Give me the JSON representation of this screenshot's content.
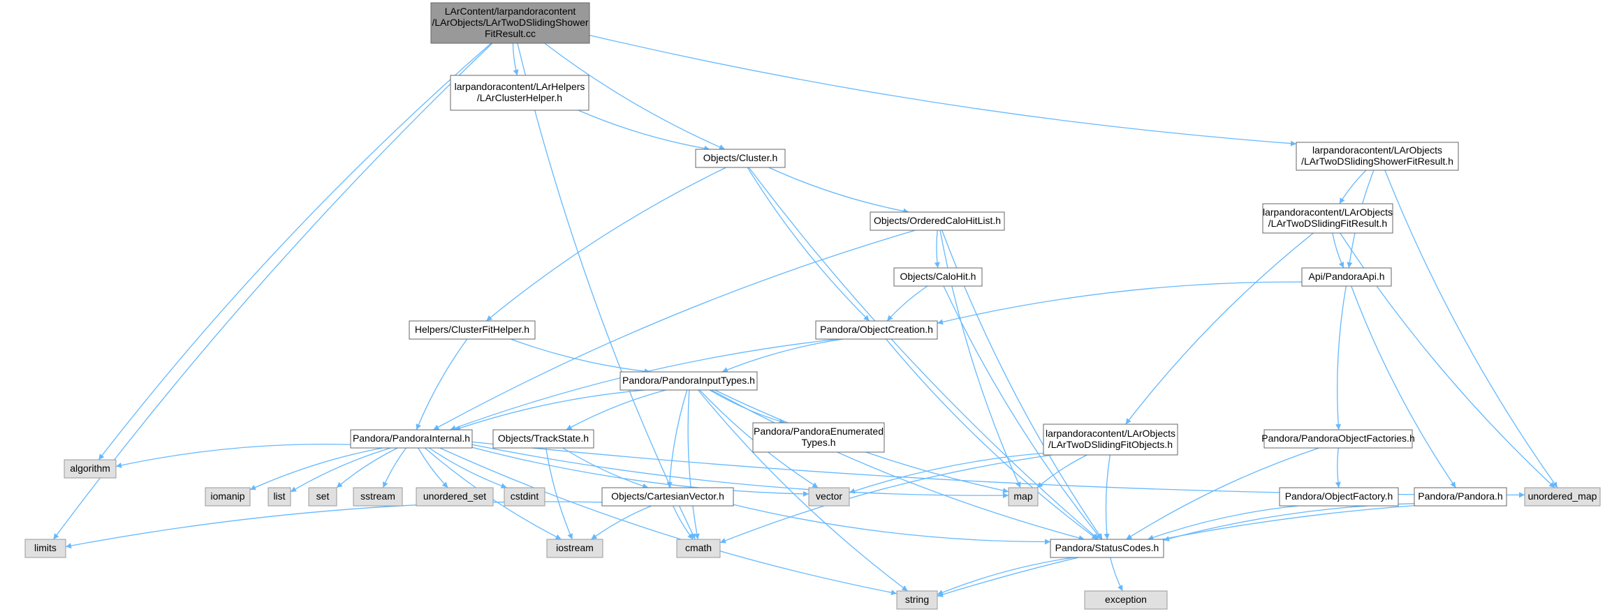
{
  "graph": {
    "colors": {
      "edge": "#63b8ff",
      "root_fill": "#999999",
      "root_border": "#666666",
      "node_fill": "#ffffff",
      "node_border": "#666666",
      "system_fill": "#e0e0e0",
      "system_border": "#999999"
    },
    "nodes": [
      {
        "id": "root",
        "kind": "root",
        "lines": [
          "LArContent/larpandoracontent",
          "/LArObjects/LArTwoDSlidingShower",
          "FitResult.cc"
        ]
      },
      {
        "id": "larclusterhelper",
        "kind": "file",
        "lines": [
          "larpandoracontent/LArHelpers",
          "/LArClusterHelper.h"
        ]
      },
      {
        "id": "cluster",
        "kind": "file",
        "lines": [
          "Objects/Cluster.h"
        ]
      },
      {
        "id": "showerfitresult",
        "kind": "file",
        "lines": [
          "larpandoracontent/LArObjects",
          "/LArTwoDSlidingShowerFitResult.h"
        ]
      },
      {
        "id": "orderedcalohitlist",
        "kind": "file",
        "lines": [
          "Objects/OrderedCaloHitList.h"
        ]
      },
      {
        "id": "slidingfitresult",
        "kind": "file",
        "lines": [
          "larpandoracontent/LArObjects",
          "/LArTwoDSlidingFitResult.h"
        ]
      },
      {
        "id": "calohit",
        "kind": "file",
        "lines": [
          "Objects/CaloHit.h"
        ]
      },
      {
        "id": "pandoraapi",
        "kind": "file",
        "lines": [
          "Api/PandoraApi.h"
        ]
      },
      {
        "id": "clusterfithelper",
        "kind": "file",
        "lines": [
          "Helpers/ClusterFitHelper.h"
        ]
      },
      {
        "id": "objectcreation",
        "kind": "file",
        "lines": [
          "Pandora/ObjectCreation.h"
        ]
      },
      {
        "id": "pandorainputtypes",
        "kind": "file",
        "lines": [
          "Pandora/PandoraInputTypes.h"
        ]
      },
      {
        "id": "pandorainternal",
        "kind": "file",
        "lines": [
          "Pandora/PandoraInternal.h"
        ]
      },
      {
        "id": "trackstate",
        "kind": "file",
        "lines": [
          "Objects/TrackState.h"
        ]
      },
      {
        "id": "pandoraenumerated",
        "kind": "file",
        "lines": [
          "Pandora/PandoraEnumerated",
          "Types.h"
        ]
      },
      {
        "id": "slidingfitobjects",
        "kind": "file",
        "lines": [
          "larpandoracontent/LArObjects",
          "/LArTwoDSlidingFitObjects.h"
        ]
      },
      {
        "id": "objectfactories",
        "kind": "file",
        "lines": [
          "Pandora/PandoraObjectFactories.h"
        ]
      },
      {
        "id": "cartesianvector",
        "kind": "file",
        "lines": [
          "Objects/CartesianVector.h"
        ]
      },
      {
        "id": "objectfactory",
        "kind": "file",
        "lines": [
          "Pandora/ObjectFactory.h"
        ]
      },
      {
        "id": "pandora",
        "kind": "file",
        "lines": [
          "Pandora/Pandora.h"
        ]
      },
      {
        "id": "statuscodes",
        "kind": "file",
        "lines": [
          "Pandora/StatusCodes.h"
        ]
      },
      {
        "id": "algorithm",
        "kind": "system",
        "lines": [
          "algorithm"
        ]
      },
      {
        "id": "iomanip",
        "kind": "system",
        "lines": [
          "iomanip"
        ]
      },
      {
        "id": "list",
        "kind": "system",
        "lines": [
          "list"
        ]
      },
      {
        "id": "set",
        "kind": "system",
        "lines": [
          "set"
        ]
      },
      {
        "id": "sstream",
        "kind": "system",
        "lines": [
          "sstream"
        ]
      },
      {
        "id": "unordered_set",
        "kind": "system",
        "lines": [
          "unordered_set"
        ]
      },
      {
        "id": "cstdint",
        "kind": "system",
        "lines": [
          "cstdint"
        ]
      },
      {
        "id": "vector",
        "kind": "system",
        "lines": [
          "vector"
        ]
      },
      {
        "id": "map",
        "kind": "system",
        "lines": [
          "map"
        ]
      },
      {
        "id": "unordered_map",
        "kind": "system",
        "lines": [
          "unordered_map"
        ]
      },
      {
        "id": "limits",
        "kind": "system",
        "lines": [
          "limits"
        ]
      },
      {
        "id": "iostream",
        "kind": "system",
        "lines": [
          "iostream"
        ]
      },
      {
        "id": "cmath",
        "kind": "system",
        "lines": [
          "cmath"
        ]
      },
      {
        "id": "string",
        "kind": "system",
        "lines": [
          "string"
        ]
      },
      {
        "id": "exception",
        "kind": "system",
        "lines": [
          "exception"
        ]
      }
    ],
    "edges": [
      [
        "root",
        "larclusterhelper"
      ],
      [
        "root",
        "cluster"
      ],
      [
        "root",
        "showerfitresult"
      ],
      [
        "root",
        "algorithm"
      ],
      [
        "root",
        "limits"
      ],
      [
        "root",
        "cmath"
      ],
      [
        "larclusterhelper",
        "cluster"
      ],
      [
        "cluster",
        "orderedcalohitlist"
      ],
      [
        "cluster",
        "objectcreation"
      ],
      [
        "cluster",
        "clusterfithelper"
      ],
      [
        "cluster",
        "statuscodes"
      ],
      [
        "showerfitresult",
        "slidingfitresult"
      ],
      [
        "showerfitresult",
        "pandoraapi"
      ],
      [
        "showerfitresult",
        "unordered_map"
      ],
      [
        "orderedcalohitlist",
        "calohit"
      ],
      [
        "orderedcalohitlist",
        "pandorainternal"
      ],
      [
        "orderedcalohitlist",
        "map"
      ],
      [
        "orderedcalohitlist",
        "statuscodes"
      ],
      [
        "slidingfitresult",
        "pandoraapi"
      ],
      [
        "slidingfitresult",
        "slidingfitobjects"
      ],
      [
        "slidingfitresult",
        "unordered_map"
      ],
      [
        "calohit",
        "objectcreation"
      ],
      [
        "calohit",
        "statuscodes"
      ],
      [
        "pandoraapi",
        "objectcreation"
      ],
      [
        "pandoraapi",
        "objectfactories"
      ],
      [
        "pandoraapi",
        "pandora"
      ],
      [
        "clusterfithelper",
        "pandorainternal"
      ],
      [
        "clusterfithelper",
        "pandorainputtypes"
      ],
      [
        "objectcreation",
        "pandorainputtypes"
      ],
      [
        "objectcreation",
        "pandorainternal"
      ],
      [
        "objectcreation",
        "statuscodes"
      ],
      [
        "pandorainputtypes",
        "pandorainternal"
      ],
      [
        "pandorainputtypes",
        "trackstate"
      ],
      [
        "pandorainputtypes",
        "pandoraenumerated"
      ],
      [
        "pandorainputtypes",
        "cartesianvector"
      ],
      [
        "pandorainputtypes",
        "vector"
      ],
      [
        "pandorainputtypes",
        "cmath"
      ],
      [
        "pandorainputtypes",
        "string"
      ],
      [
        "pandorainputtypes",
        "map"
      ],
      [
        "pandorainputtypes",
        "statuscodes"
      ],
      [
        "pandorainternal",
        "algorithm"
      ],
      [
        "pandorainternal",
        "iomanip"
      ],
      [
        "pandorainternal",
        "list"
      ],
      [
        "pandorainternal",
        "set"
      ],
      [
        "pandorainternal",
        "sstream"
      ],
      [
        "pandorainternal",
        "unordered_set"
      ],
      [
        "pandorainternal",
        "cstdint"
      ],
      [
        "pandorainternal",
        "vector"
      ],
      [
        "pandorainternal",
        "map"
      ],
      [
        "pandorainternal",
        "unordered_map"
      ],
      [
        "pandorainternal",
        "iostream"
      ],
      [
        "pandorainternal",
        "string"
      ],
      [
        "trackstate",
        "cartesianvector"
      ],
      [
        "trackstate",
        "iostream"
      ],
      [
        "slidingfitobjects",
        "vector"
      ],
      [
        "slidingfitobjects",
        "map"
      ],
      [
        "slidingfitobjects",
        "cmath"
      ],
      [
        "slidingfitobjects",
        "statuscodes"
      ],
      [
        "objectfactories",
        "objectfactory"
      ],
      [
        "objectfactories",
        "statuscodes"
      ],
      [
        "cartesianvector",
        "limits"
      ],
      [
        "cartesianvector",
        "iostream"
      ],
      [
        "cartesianvector",
        "cmath"
      ],
      [
        "cartesianvector",
        "statuscodes"
      ],
      [
        "objectfactory",
        "statuscodes"
      ],
      [
        "pandora",
        "statuscodes"
      ],
      [
        "pandora",
        "string"
      ],
      [
        "statuscodes",
        "string"
      ],
      [
        "statuscodes",
        "exception"
      ]
    ]
  }
}
